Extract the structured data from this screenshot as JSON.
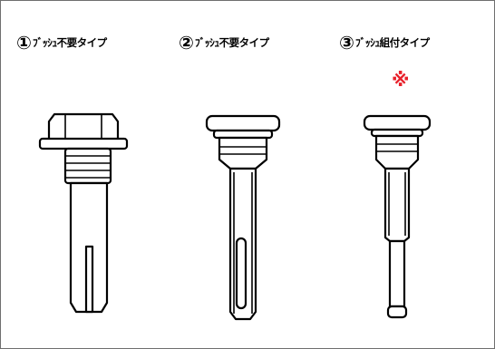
{
  "items": [
    {
      "number": "①",
      "label": "ﾌﾞｯｼｭ不要タイプ"
    },
    {
      "number": "②",
      "label": "ﾌﾞｯｼｭ不要タイプ"
    },
    {
      "number": "③",
      "label": "ﾌﾞｯｼｭ組付タイプ"
    }
  ],
  "note_mark": "※",
  "colors": {
    "note_mark": "#e8202a",
    "line": "#000000",
    "border": "#6f6f6f"
  }
}
